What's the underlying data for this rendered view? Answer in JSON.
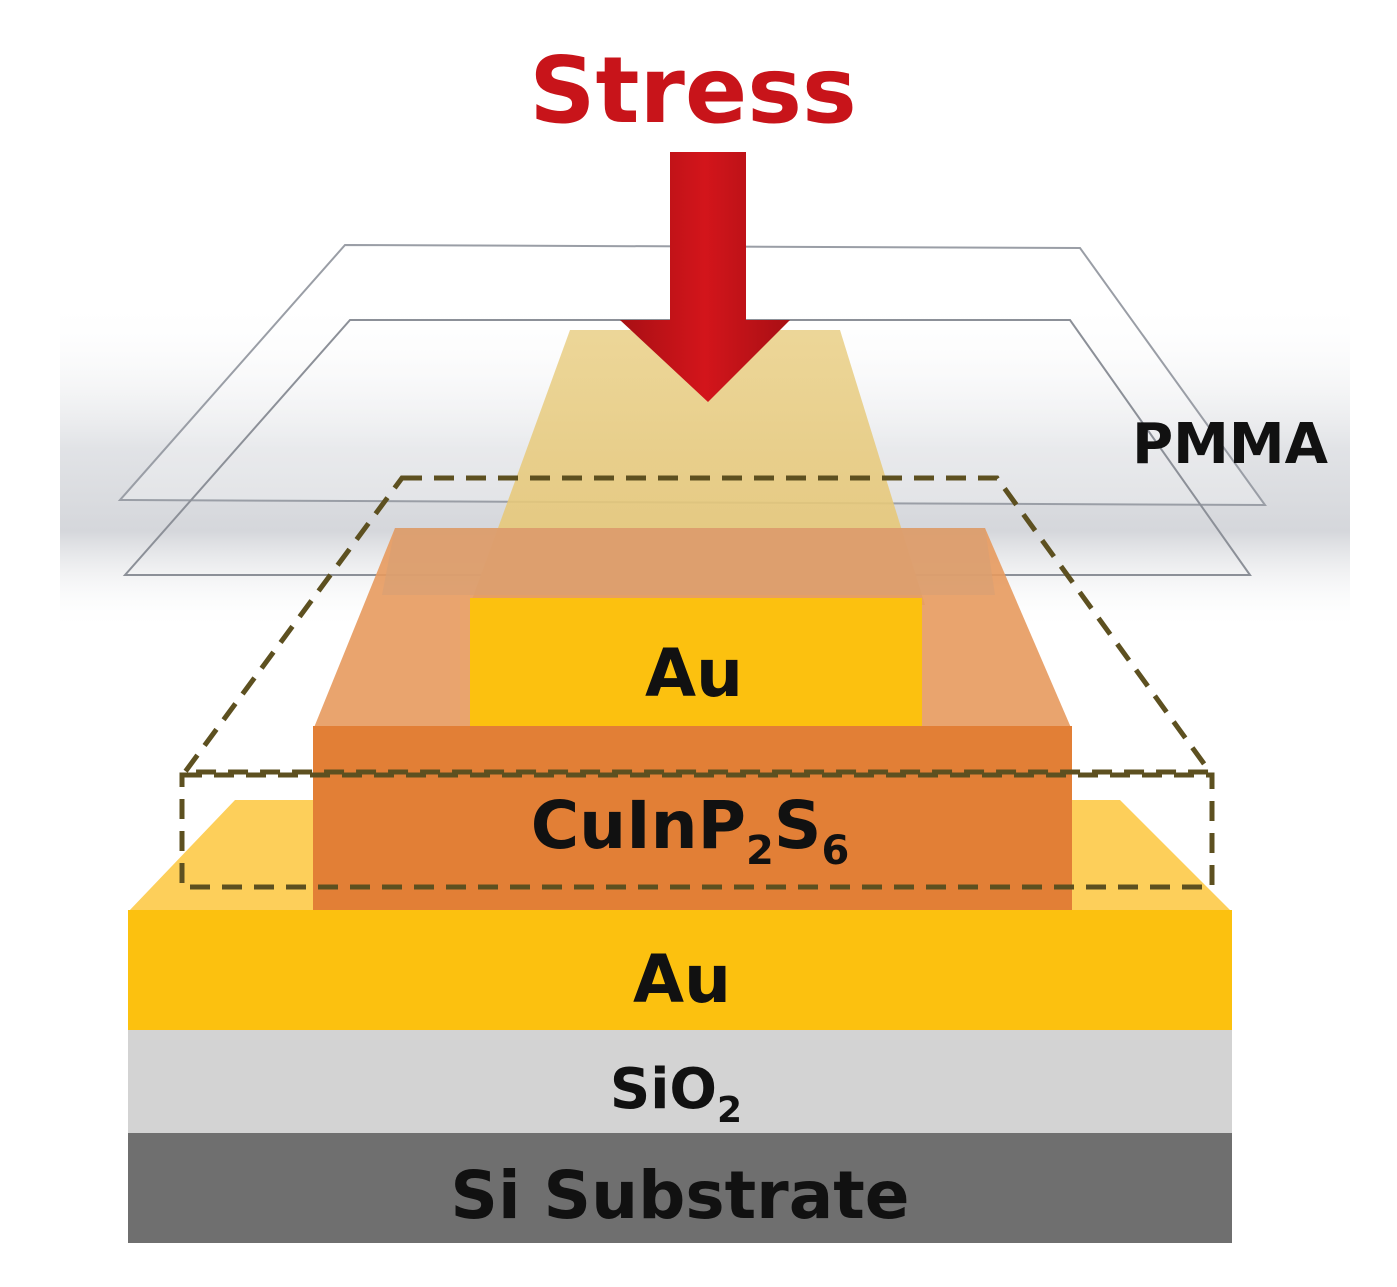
{
  "stress": {
    "label": "Stress",
    "color": "#c8141a"
  },
  "pmma": {
    "label": "PMMA"
  },
  "layers": {
    "top_electrode": {
      "label": "Au",
      "color": "#fcc10f"
    },
    "ferroelectric": {
      "label_main": "CuInP",
      "sub1": "2",
      "mid": "S",
      "sub2": "6",
      "color": "#e27f36"
    },
    "bottom_electrode": {
      "label": "Au",
      "color": "#fcc10f"
    },
    "oxide": {
      "label_main": "SiO",
      "sub": "2",
      "color": "#d3d3d3"
    },
    "substrate": {
      "label": "Si Substrate",
      "color": "#6f6f6f"
    }
  }
}
